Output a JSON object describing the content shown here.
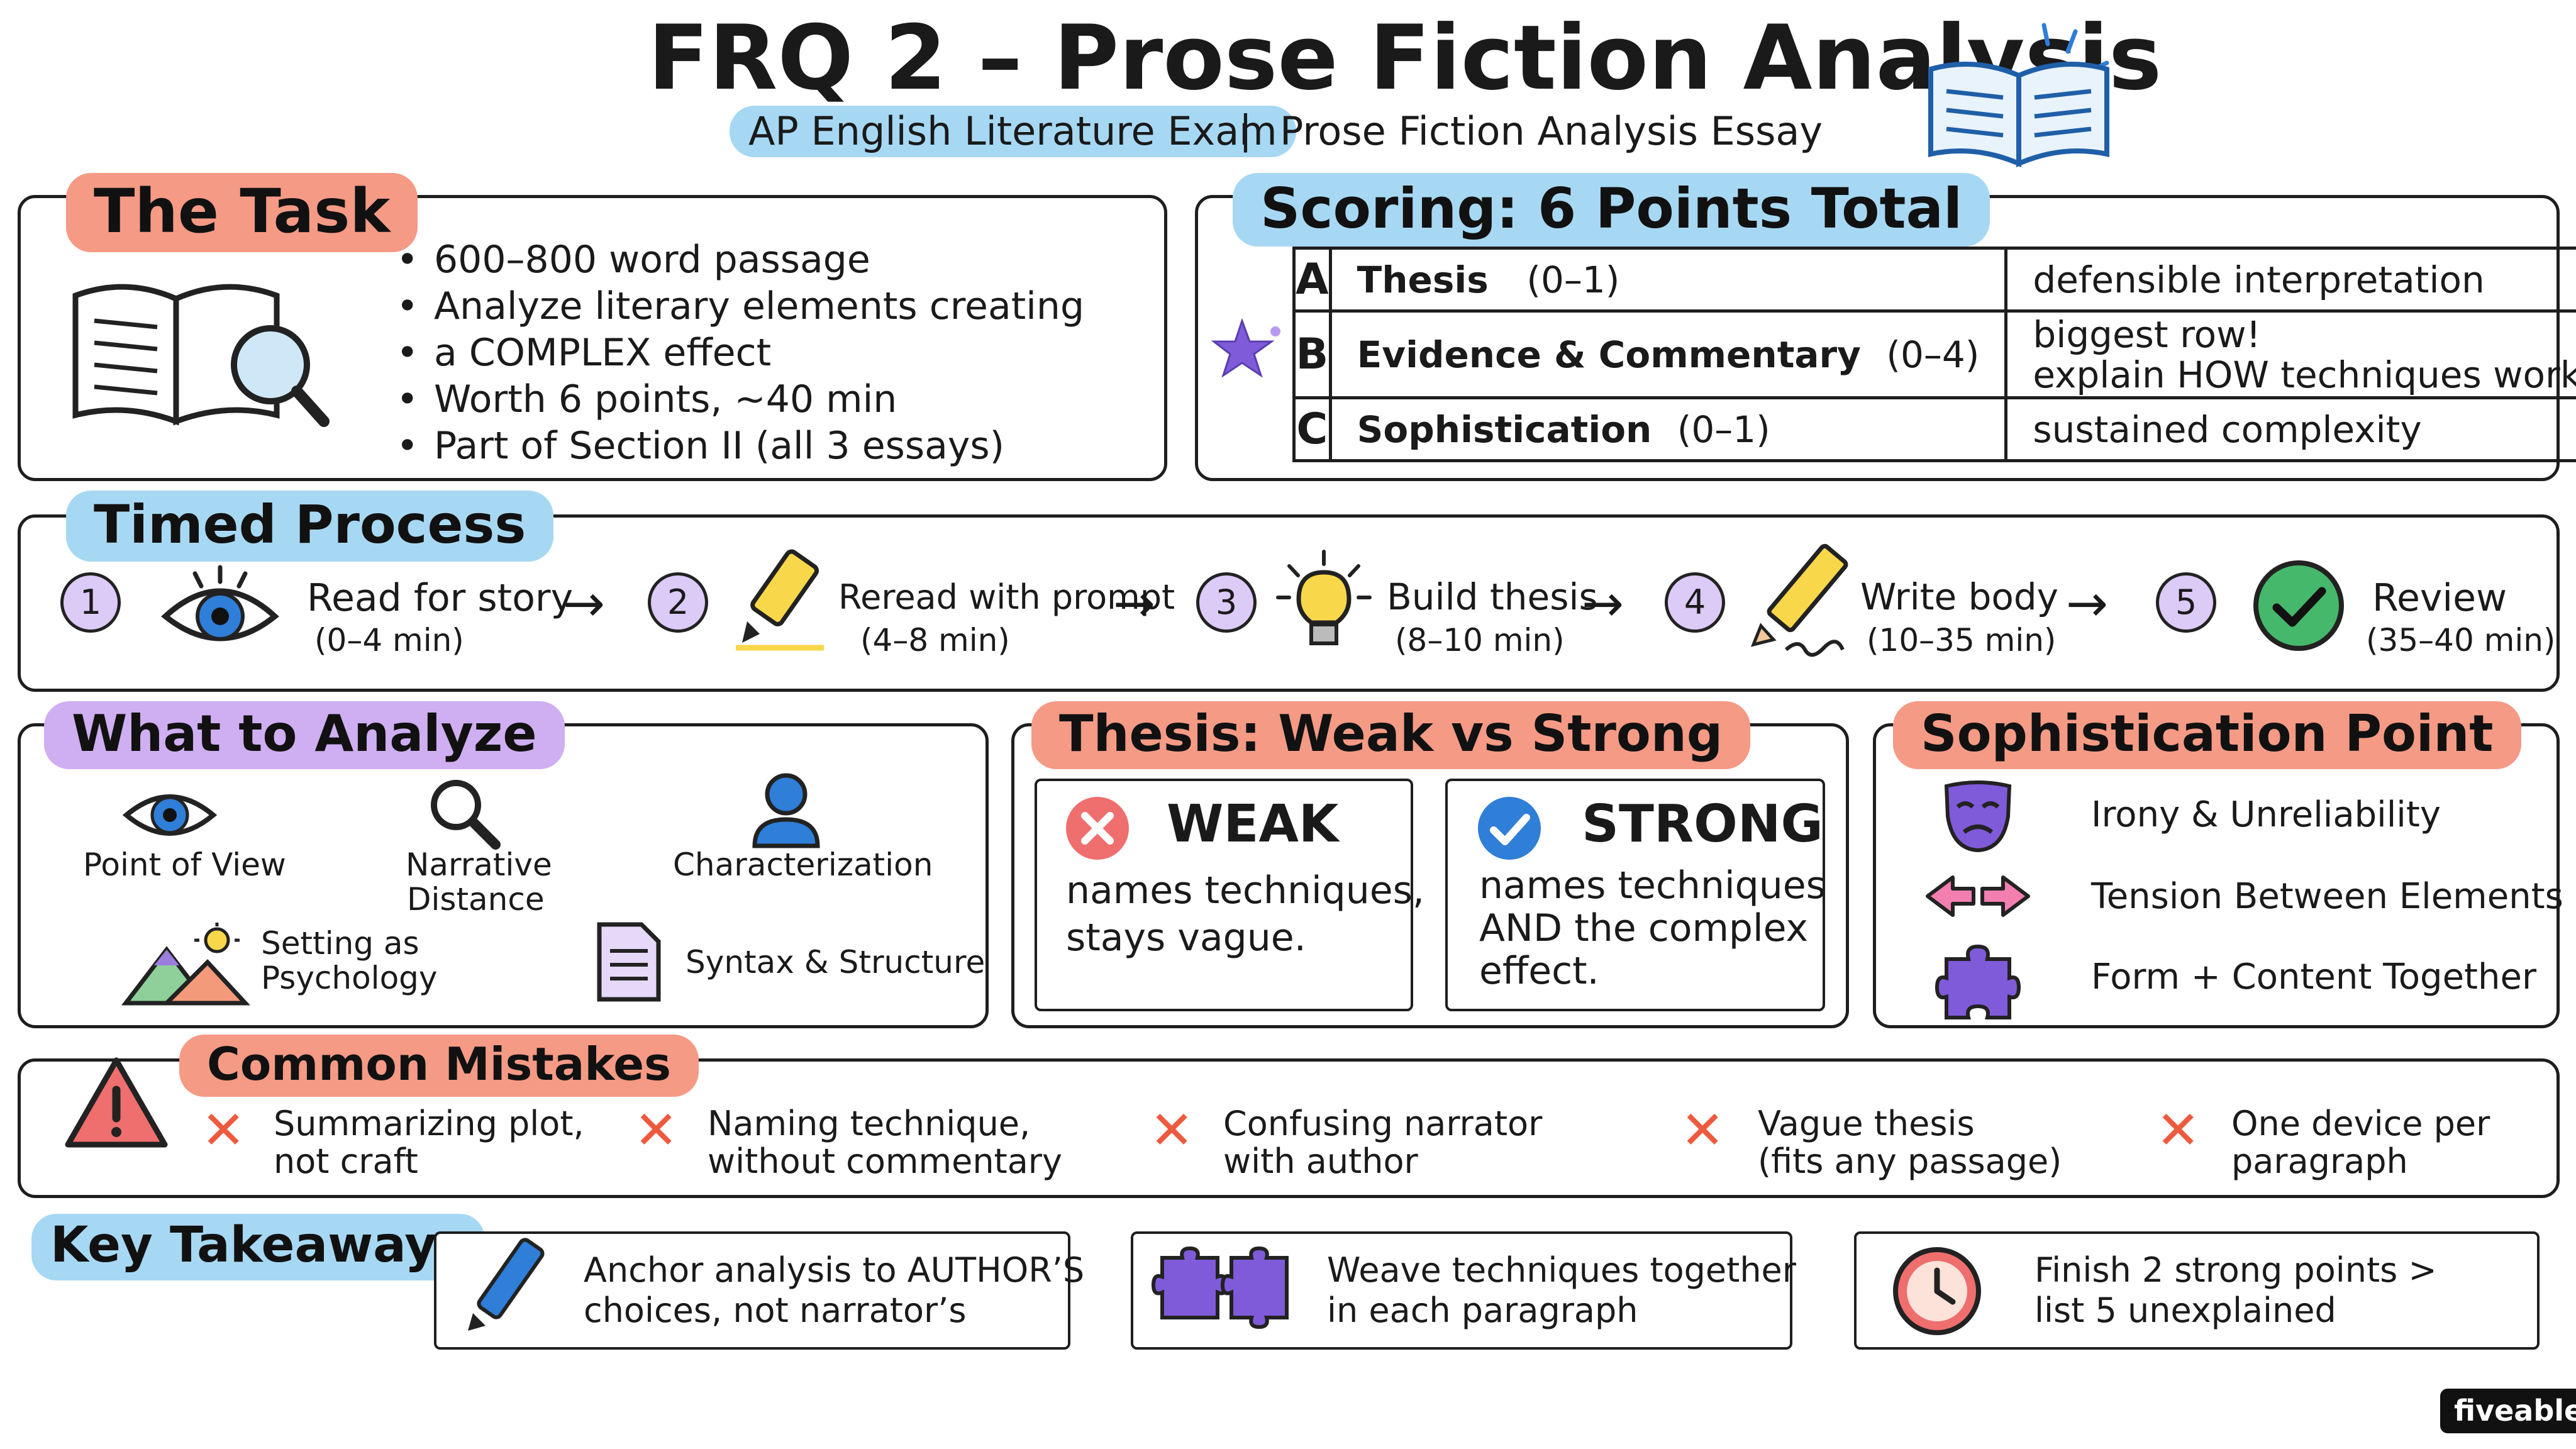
{
  "header": {
    "title": "FRQ 2 – Prose Fiction Analysis",
    "exam_pill": "AP English Literature Exam",
    "divider": "|",
    "subtitle": "Prose Fiction Analysis Essay"
  },
  "task": {
    "heading": "The Task",
    "bullets": [
      "600–800 word passage",
      "Analyze literary elements creating",
      "a COMPLEX effect",
      "Worth 6 points, ~40 min",
      "Part of Section II (all 3 essays)"
    ]
  },
  "scoring": {
    "heading": "Scoring: 6 Points Total",
    "rows": [
      {
        "letter": "A",
        "name": "Thesis",
        "points": "(0–1)",
        "note_line1": "defensible interpretation",
        "note_line2": ""
      },
      {
        "letter": "B",
        "name": "Evidence & Commentary",
        "points": "(0–4)",
        "note_line1": "biggest row!",
        "note_line2": "explain HOW techniques work"
      },
      {
        "letter": "C",
        "name": "Sophistication",
        "points": "(0–1)",
        "note_line1": "sustained complexity",
        "note_line2": ""
      }
    ]
  },
  "process": {
    "heading": "Timed Process",
    "steps": [
      {
        "num": "1",
        "label": "Read for story",
        "time": "(0–4 min)",
        "icon": "eye-icon"
      },
      {
        "num": "2",
        "label": "Reread with prompt",
        "time": "(4–8 min)",
        "icon": "highlighter-icon"
      },
      {
        "num": "3",
        "label": "Build thesis",
        "time": "(8–10 min)",
        "icon": "lightbulb-icon"
      },
      {
        "num": "4",
        "label": "Write body",
        "time": "(10–35 min)",
        "icon": "pencil-icon"
      },
      {
        "num": "5",
        "label": "Review",
        "time": "(35–40 min)",
        "icon": "checkmark-icon"
      }
    ],
    "arrow": "→"
  },
  "analyze": {
    "heading": "What to Analyze",
    "items": [
      {
        "line1": "Point of View",
        "line2": "",
        "icon": "eye-icon"
      },
      {
        "line1": "Narrative",
        "line2": "Distance",
        "icon": "magnifier-icon"
      },
      {
        "line1": "Characterization",
        "line2": "",
        "icon": "person-icon"
      },
      {
        "line1": "Setting as",
        "line2": "Psychology",
        "icon": "landscape-icon"
      },
      {
        "line1": "Syntax & Structure",
        "line2": "",
        "icon": "document-icon"
      }
    ]
  },
  "thesis": {
    "heading": "Thesis: Weak vs Strong",
    "weak": {
      "title": "WEAK",
      "line1": "names techniques,",
      "line2": "stays vague.",
      "line3": ""
    },
    "strong": {
      "title": "STRONG",
      "line1": "names techniques",
      "line2": "AND the complex",
      "line3": "effect."
    }
  },
  "sophistication": {
    "heading": "Sophistication Point",
    "items": [
      {
        "label": "Irony & Unreliability",
        "icon": "mask-icon"
      },
      {
        "label": "Tension Between Elements",
        "icon": "double-arrow-icon"
      },
      {
        "label": "Form + Content Together",
        "icon": "puzzle-icon"
      }
    ]
  },
  "mistakes": {
    "heading": "Common Mistakes",
    "mark": "✕",
    "items": [
      {
        "line1": "Summarizing plot,",
        "line2": "not craft"
      },
      {
        "line1": "Naming technique,",
        "line2": "without commentary"
      },
      {
        "line1": "Confusing narrator",
        "line2": "with author"
      },
      {
        "line1": "Vague thesis",
        "line2": "(fits any passage)"
      },
      {
        "line1": "One device per",
        "line2": "paragraph"
      }
    ]
  },
  "takeaways": {
    "heading": "Key Takeaways",
    "items": [
      {
        "line1": "Anchor analysis to AUTHOR’S",
        "line2": "choices, not narrator’s",
        "icon": "pen-icon"
      },
      {
        "line1": "Weave techniques together",
        "line2": "in each paragraph",
        "icon": "puzzle-pieces-icon"
      },
      {
        "line1": "Finish 2 strong points >",
        "line2": "list 5 unexplained",
        "icon": "clock-icon"
      }
    ]
  },
  "brand": {
    "logo": "fiveable"
  },
  "colors": {
    "salmon": "#f59a85",
    "blue": "#a7d8f3",
    "purple": "#cfaef2",
    "red": "#ee5a3e",
    "green": "#46b86b",
    "check_blue": "#2f7ed8"
  }
}
